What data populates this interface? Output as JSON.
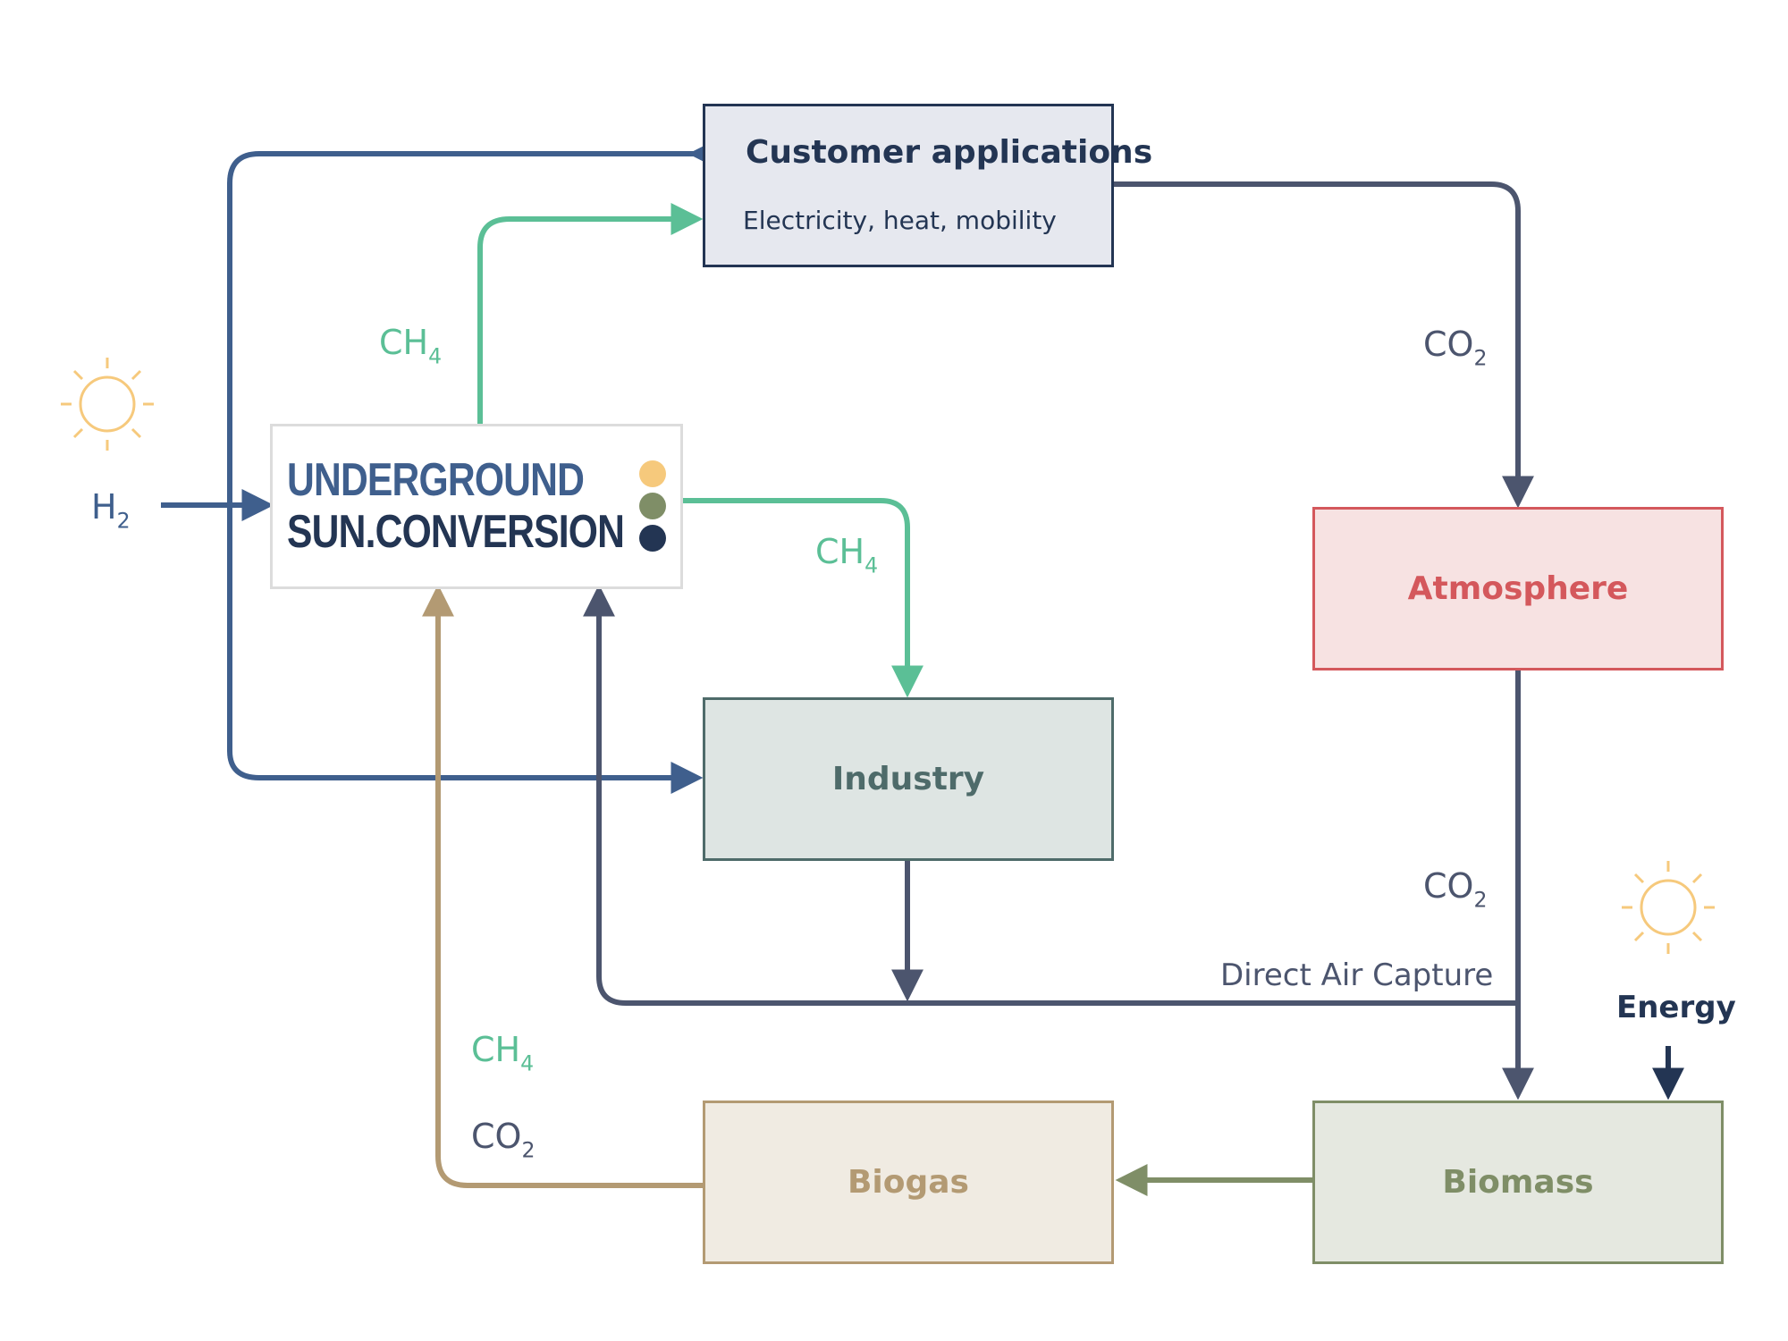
{
  "colors": {
    "blue": "#3f5f8d",
    "green": "#5bbf96",
    "slate": "#4c556e",
    "tan": "#b39a73",
    "olive": "#7f8e67",
    "navy": "#233553",
    "sun": "#f6c97c",
    "atmosphere_text": "#d4585c",
    "industry_text": "#4e6b6a",
    "biogas_text": "#b39a73",
    "biomass_text": "#7f8e67"
  },
  "boxes": {
    "customer": {
      "title": "Customer applications",
      "subtitle": "Electricity, heat, mobility"
    },
    "atmosphere": {
      "label": "Atmosphere"
    },
    "industry": {
      "label": "Industry"
    },
    "biogas": {
      "label": "Biogas"
    },
    "biomass": {
      "label": "Biomass"
    }
  },
  "logo": {
    "line1": "UNDERGROUND",
    "line2": "SUN.CONVERSION"
  },
  "labels": {
    "h2": {
      "main": "H",
      "sub": "2"
    },
    "ch4_top": {
      "main": "CH",
      "sub": "4"
    },
    "ch4_right": {
      "main": "CH",
      "sub": "4"
    },
    "ch4_bottom": {
      "main": "CH",
      "sub": "4"
    },
    "co2_customer": {
      "main": "CO",
      "sub": "2"
    },
    "co2_atmosphere": {
      "main": "CO",
      "sub": "2"
    },
    "co2_biogas": {
      "main": "CO",
      "sub": "2"
    },
    "direct_air_capture": "Direct Air Capture",
    "energy": "Energy"
  },
  "icons": [
    "sun-icon",
    "sun-icon"
  ]
}
